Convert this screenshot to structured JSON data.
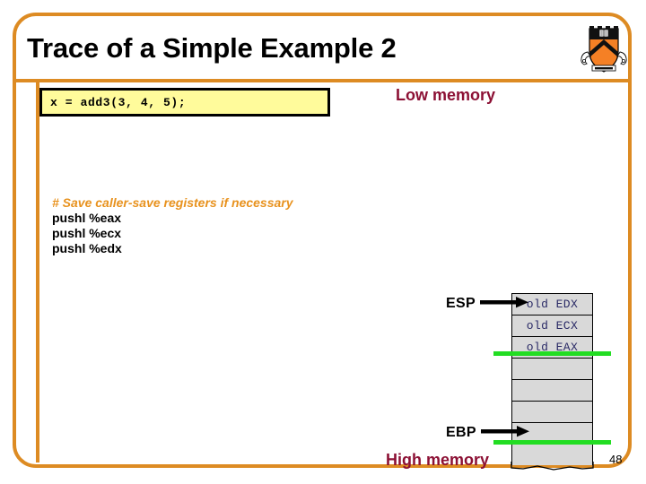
{
  "slide": {
    "title": "Trace of a Simple Example 2",
    "page_number": "48",
    "logo_name": "princeton-shield-logo",
    "frame_color": "#DD8B23"
  },
  "code_callout": {
    "text": "x = add3(3, 4, 5);",
    "background": "#FFFB9B",
    "border": "#000000"
  },
  "memory_labels": {
    "low": "Low memory",
    "high": "High memory",
    "color": "#8C1034"
  },
  "assembly": {
    "comment": "# Save caller-save registers if necessary",
    "comment_color": "#E8921E",
    "lines": [
      "pushl %eax",
      "pushl %ecx",
      "pushl %edx"
    ]
  },
  "stack": {
    "cells": [
      {
        "label": "old EDX",
        "filled": true
      },
      {
        "label": "old ECX",
        "filled": true
      },
      {
        "label": "old EAX",
        "filled": true
      },
      {
        "label": "",
        "filled": false
      },
      {
        "label": "",
        "filled": false
      },
      {
        "label": "",
        "filled": false
      },
      {
        "label": "",
        "filled": false
      }
    ],
    "cell_text_color": "#2A2A66",
    "cell_fill_color": "#D9D9D9"
  },
  "pointers": {
    "esp": "ESP",
    "ebp": "EBP"
  },
  "highlights": {
    "color": "#22DD22",
    "count": 2
  }
}
